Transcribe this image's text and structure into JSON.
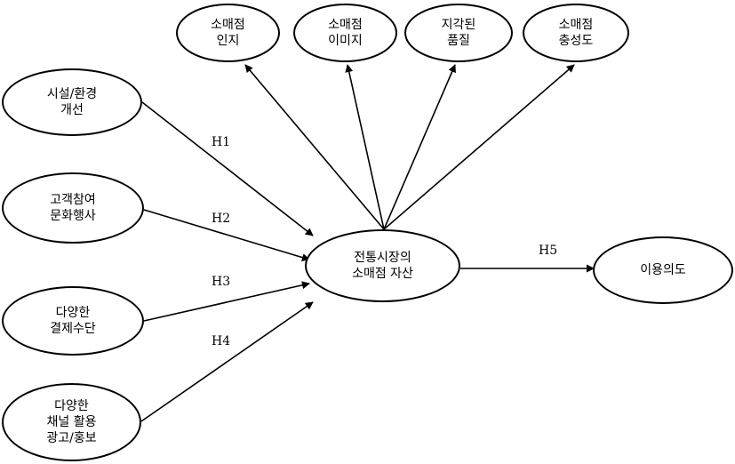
{
  "diagram": {
    "nodes": {
      "store_awareness": {
        "lines": [
          "소매점",
          "인지"
        ]
      },
      "store_image": {
        "lines": [
          "소매점",
          "이미지"
        ]
      },
      "perceived_quality": {
        "lines": [
          "지각된",
          "품질"
        ]
      },
      "store_loyalty": {
        "lines": [
          "소매점",
          "충성도"
        ]
      },
      "facility_improvement": {
        "lines": [
          "시설/환경",
          "개선"
        ]
      },
      "customer_events": {
        "lines": [
          "고객참여",
          "문화행사"
        ]
      },
      "payment_methods": {
        "lines": [
          "다양한",
          "결제수단"
        ]
      },
      "channel_advertising": {
        "lines": [
          "다양한",
          "채널 활용",
          "광고/홍보"
        ]
      },
      "traditional_market_equity": {
        "lines": [
          "전통시장의",
          "소매점 자산"
        ]
      },
      "usage_intention": {
        "lines": [
          "이용의도"
        ]
      }
    },
    "hypotheses": {
      "h1": "H1",
      "h2": "H2",
      "h3": "H3",
      "h4": "H4",
      "h5": "H5"
    },
    "edges": [
      {
        "from": "facility_improvement",
        "to": "traditional_market_equity",
        "label": "h1"
      },
      {
        "from": "customer_events",
        "to": "traditional_market_equity",
        "label": "h2"
      },
      {
        "from": "payment_methods",
        "to": "traditional_market_equity",
        "label": "h3"
      },
      {
        "from": "channel_advertising",
        "to": "traditional_market_equity",
        "label": "h4"
      },
      {
        "from": "traditional_market_equity",
        "to": "usage_intention",
        "label": "h5"
      },
      {
        "from": "traditional_market_equity",
        "to": "store_awareness"
      },
      {
        "from": "traditional_market_equity",
        "to": "store_image"
      },
      {
        "from": "traditional_market_equity",
        "to": "perceived_quality"
      },
      {
        "from": "traditional_market_equity",
        "to": "store_loyalty"
      }
    ]
  }
}
